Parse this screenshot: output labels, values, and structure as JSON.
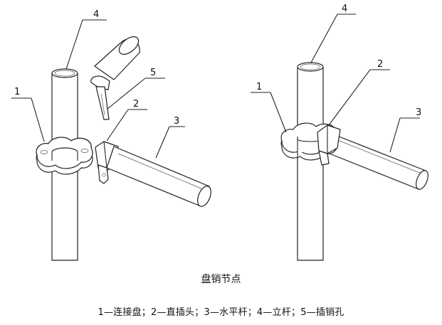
{
  "left_view": {
    "callouts": [
      {
        "id": "ring",
        "label": "1"
      },
      {
        "id": "plug",
        "label": "2"
      },
      {
        "id": "ledger",
        "label": "3"
      },
      {
        "id": "post",
        "label": "4"
      },
      {
        "id": "pin",
        "label": "5"
      }
    ]
  },
  "right_view": {
    "callouts": [
      {
        "id": "ring",
        "label": "1"
      },
      {
        "id": "plug",
        "label": "2"
      },
      {
        "id": "ledger",
        "label": "3"
      },
      {
        "id": "post",
        "label": "4"
      }
    ]
  },
  "caption": {
    "title": "盘销节点",
    "legend": "1—连接盘；2—直插头；3—水平杆；4—立杆；5—插销孔"
  }
}
